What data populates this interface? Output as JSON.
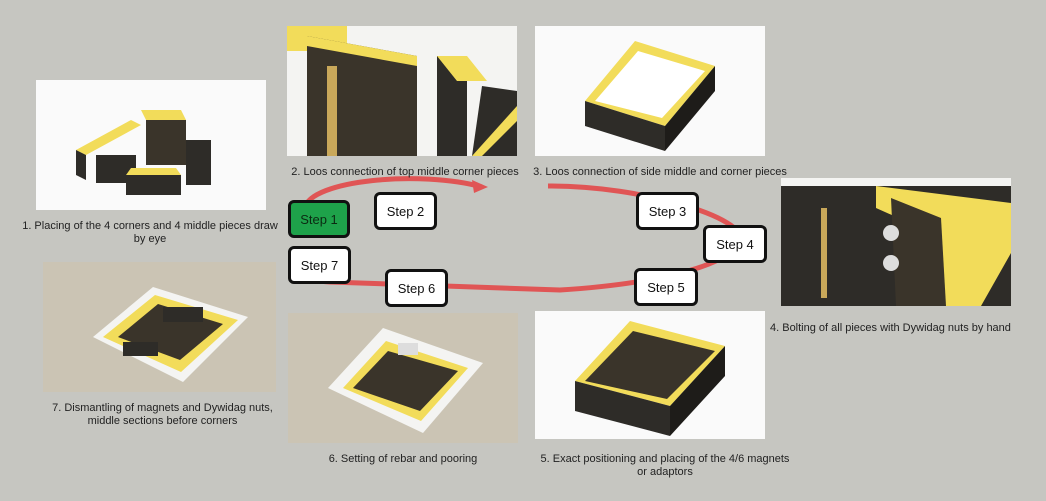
{
  "colors": {
    "background": "#c6c6c1",
    "flow_arrow": "#e05555",
    "active_step": "#1ea24a",
    "formwork_yellow": "#f2dc5a",
    "formwork_dark": "#2e2c28"
  },
  "steps": [
    {
      "label": "Step 1",
      "active": true
    },
    {
      "label": "Step 2",
      "active": false
    },
    {
      "label": "Step 3",
      "active": false
    },
    {
      "label": "Step 4",
      "active": false
    },
    {
      "label": "Step 5",
      "active": false
    },
    {
      "label": "Step 6",
      "active": false
    },
    {
      "label": "Step 7",
      "active": false
    }
  ],
  "captions": {
    "step1": [
      "1. Placing of the 4 corners and 4 middle pieces draw",
      "by eye"
    ],
    "step2": [
      "2. Loos connection of top middle  corner pieces"
    ],
    "step3": [
      "3. Loos connection of side middle and corner pieces"
    ],
    "step4": [
      "4. Bolting of all pieces with Dywidag nuts  by hand"
    ],
    "step5": [
      "5. Exact positioning and placing of the 4/6 magnets",
      "or adaptors"
    ],
    "step6": [
      "6. Setting of rebar and pooring"
    ],
    "step7": [
      "7. Dismantling of magnets and Dywidag nuts,",
      "middle sections before corners"
    ]
  }
}
